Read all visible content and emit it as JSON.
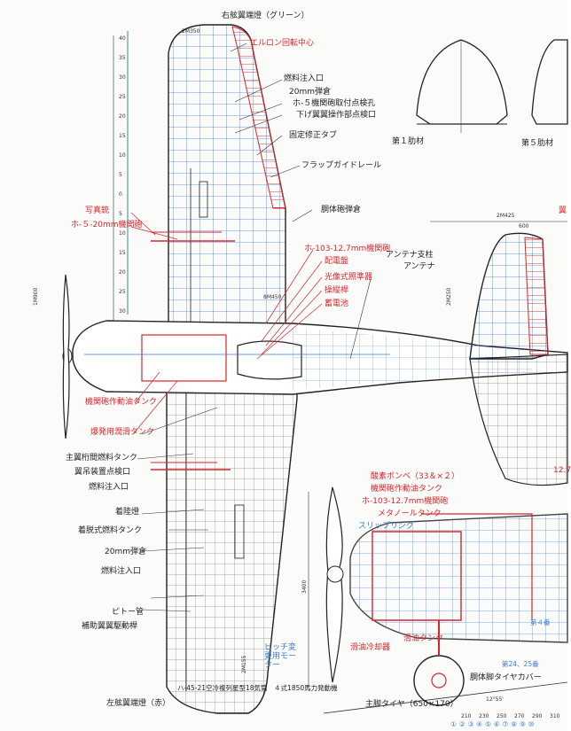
{
  "labels": {
    "top_wingtip": "右舷翼端燈（グリーン）",
    "aileron_hinge": "エルロン回転中心",
    "fuel_filler_1": "燃料注入口",
    "ammo_20mm_1": "20mm弾倉",
    "ho5_mount_hatch": "ホ-５機関砲取付点検孔",
    "droptank_hatch": "下げ翼翼操作部点検口",
    "trim_tab": "固定修正タブ",
    "flap_rail": "フラップガイドレール",
    "camera_gun": "写真銃",
    "ho5_20mm_gun": "ホ-５-20mm機関砲",
    "fuselage_ammo": "胴体砲弾倉",
    "ho103_gun": "ホ-103-12.7mm機関砲",
    "distributor": "配電盤",
    "optical_sight": "光像式照準器",
    "control_stick": "操縦桿",
    "battery": "蓄電池",
    "antenna_mast": "アンテナ支柱",
    "antenna": "アンテナ",
    "gun_hyd_tank": "機関砲作動油タンク",
    "explosive_tank": "爆発用潤滑タンク",
    "main_spar_tank": "主翼桁間燃料タンク",
    "bomb_rack_hatch": "翼吊装置点検口",
    "fuel_filler_2": "燃料注入口",
    "landing_light": "着陸燈",
    "drop_fuel_tank": "着脱式燃料タンク",
    "ammo_20mm_2": "20mm弾倉",
    "fuel_filler_3": "燃料注入口",
    "pitot": "ピトー管",
    "aux_spar": "補助翼翼駆動桿",
    "left_wingtip": "左舷翼端燈（赤）",
    "engine": "ハ-45-21空冷複列星型18気筒　４式1850馬力発動機",
    "oxygen": "酸素ボンベ（33＆×２）",
    "gun_hyd_tank_2": "機関砲作動油タンク",
    "ho103_gun_2": "ホ-103-12.7mm機関砲",
    "methanol_tank": "メタノールタンク",
    "slip_ring": "スリップリング",
    "pitch_motor": "ピッチ変更用モーター",
    "oil_cooler": "滑油冷却器",
    "oil_tank": "滑油タンク",
    "tire_cover": "胴体脚タイヤカバー",
    "main_tire": "主脚タイヤ（650×170）",
    "rib_1": "第１肋材",
    "rib_5": "第５肋材",
    "frame_4": "第４番",
    "frame_24": "第24、25番",
    "r_cut_1": "翼",
    "r_cut_2": "12.7"
  },
  "dimensions": {
    "wing_chord_top": "2M350",
    "fin_dim": "2M425",
    "fin_inner": "600",
    "span_mark": "8M450",
    "fuselage_h": "1M900",
    "fin_height": "2M250",
    "lower_1": "3400",
    "lower_2": "2M155",
    "tail_ang": "12°55'"
  },
  "station_numbers": [
    "40",
    "35",
    "30",
    "25",
    "20",
    "15",
    "10",
    "5",
    "0",
    "5",
    "10",
    "15",
    "20",
    "25",
    "30"
  ],
  "bottom_stations": [
    "210",
    "230",
    "250",
    "270",
    "290",
    "310"
  ],
  "bottom_circles": [
    "①",
    "②",
    "③",
    "④",
    "⑤",
    "⑥",
    "⑦",
    "⑧",
    "⑨",
    "⑩"
  ],
  "colors": {
    "blue": "#3a7fd0",
    "red": "#d8262a",
    "ink": "#222222"
  }
}
